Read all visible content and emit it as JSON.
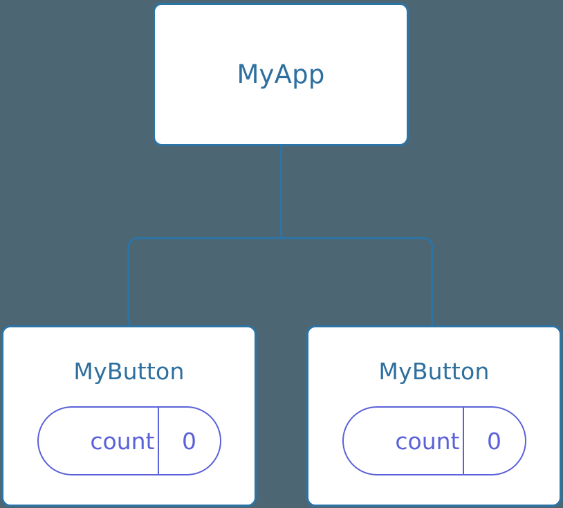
{
  "diagram": {
    "type": "component-tree",
    "background_color": "#4c6673",
    "node_border_color": "#2d74a6",
    "node_fill_color": "#ffffff",
    "node_title_color": "#2d6f9e",
    "state_pill_color": "#5b61d8",
    "connector_color": "#2d74a6",
    "root": {
      "title": "MyApp"
    },
    "children": [
      {
        "title": "MyButton",
        "state": {
          "key": "count",
          "value": "0"
        }
      },
      {
        "title": "MyButton",
        "state": {
          "key": "count",
          "value": "0"
        }
      }
    ]
  }
}
